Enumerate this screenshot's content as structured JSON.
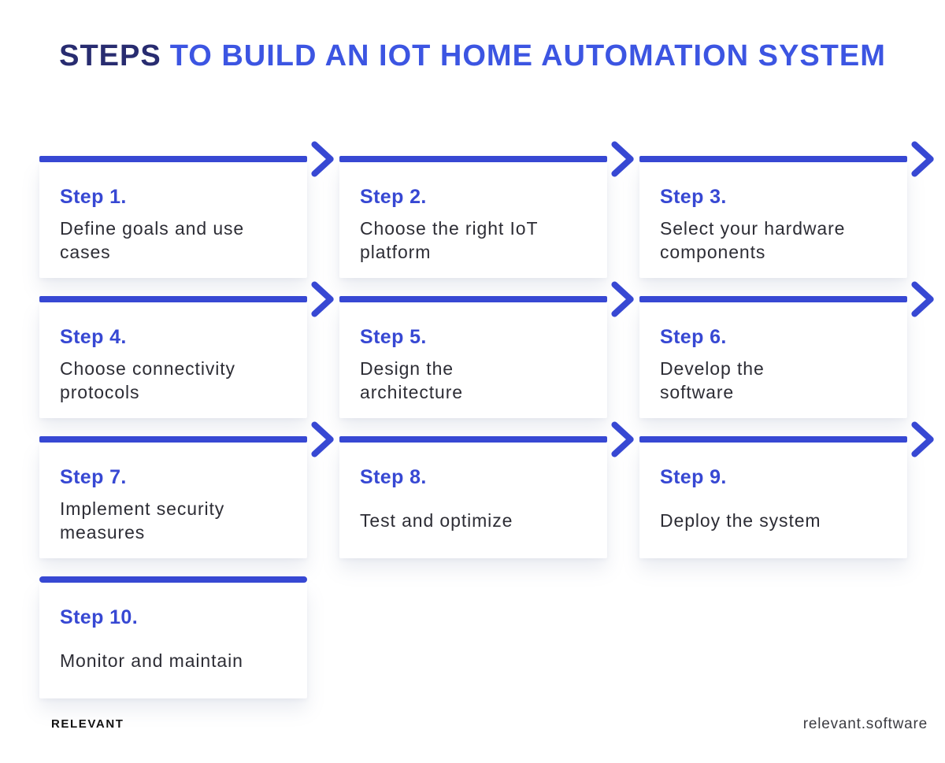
{
  "title": {
    "prefix": "STEPS",
    "rest": "TO BUILD AN IOT HOME AUTOMATION SYSTEM"
  },
  "colors": {
    "accent_blue": "#3748d3",
    "title_navy": "#282c70",
    "title_blue": "#3c55e2",
    "description_text": "#2d2d35"
  },
  "steps": [
    {
      "label": "Step 1.",
      "description": "Define goals and use\ncases",
      "arrow": true
    },
    {
      "label": "Step 2.",
      "description": "Choose the right IoT\nplatform",
      "arrow": true
    },
    {
      "label": "Step 3.",
      "description": "Select your hardware\ncomponents",
      "arrow": true
    },
    {
      "label": "Step 4.",
      "description": "Choose connectivity\nprotocols",
      "arrow": true
    },
    {
      "label": "Step 5.",
      "description": "Design the\narchitecture",
      "arrow": true
    },
    {
      "label": "Step 6.",
      "description": "Develop the\nsoftware",
      "arrow": true
    },
    {
      "label": "Step 7.",
      "description": "Implement security\nmeasures",
      "arrow": true
    },
    {
      "label": "Step 8.",
      "description": "Test and optimize",
      "arrow": true
    },
    {
      "label": "Step 9.",
      "description": "Deploy the system",
      "arrow": true
    },
    {
      "label": "Step 10.",
      "description": "Monitor and maintain",
      "arrow": false
    }
  ],
  "footer": {
    "brand": "RELEVANT",
    "website": "relevant.software"
  }
}
